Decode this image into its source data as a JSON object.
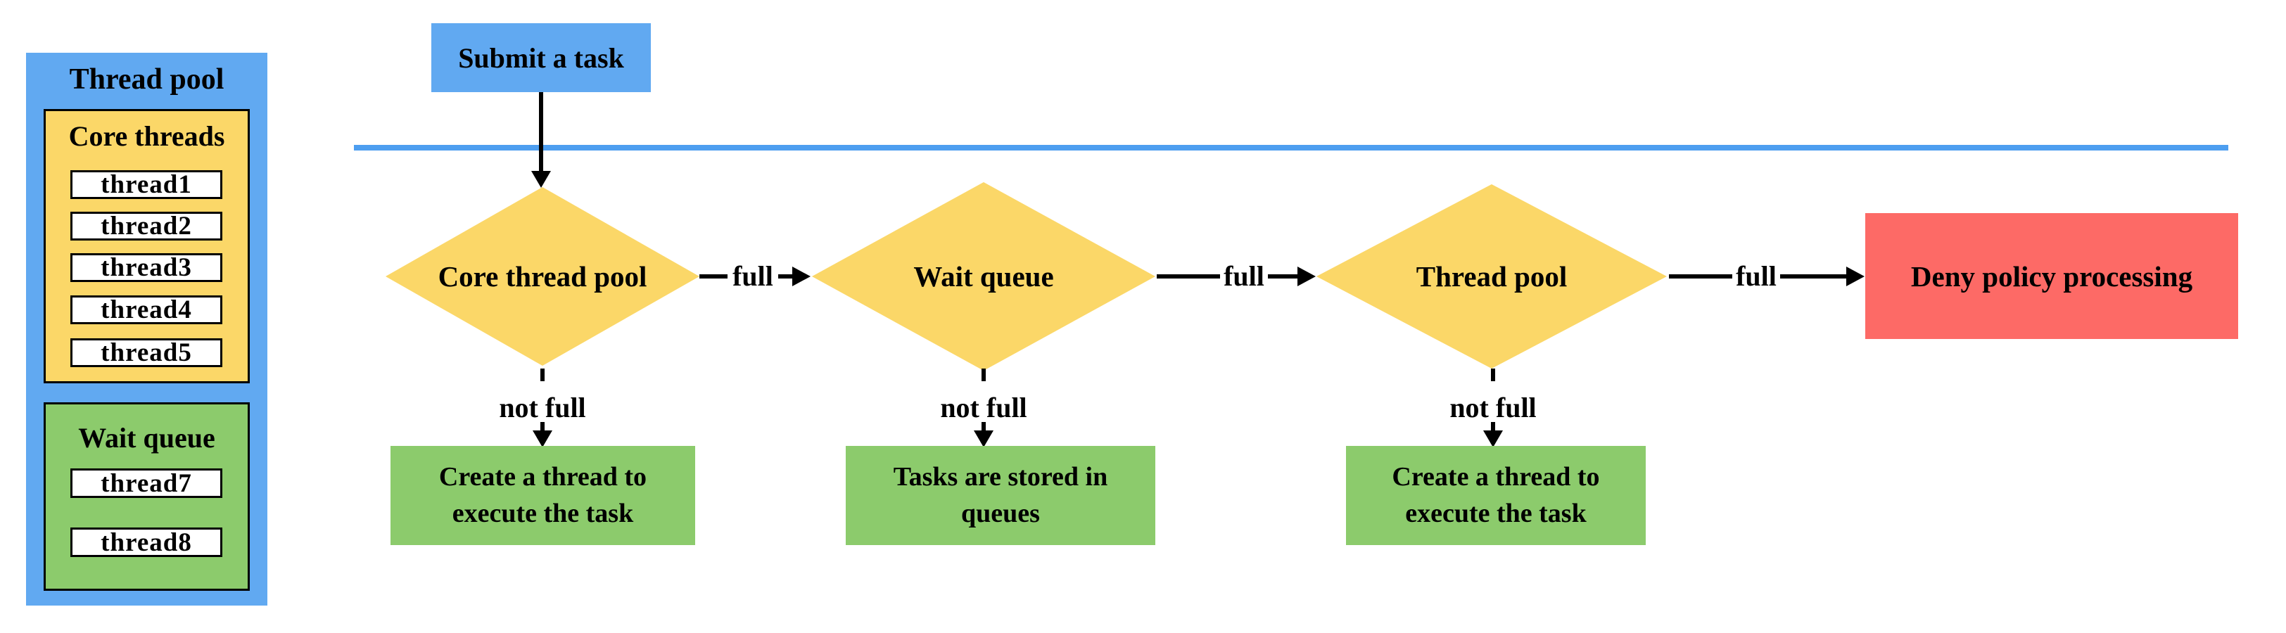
{
  "palette": {
    "panel_blue": "#61A9F1",
    "divider_blue": "#4D9EF0",
    "decision_yellow": "#FBD768",
    "outcome_green": "#8CCB6C",
    "deny_red": "#FD6A66",
    "slot_white": "#FFFFFF",
    "ink_black": "#000000"
  },
  "sidebar": {
    "title": "Thread pool",
    "core_group": {
      "title": "Core threads",
      "threads": [
        "thread1",
        "thread2",
        "thread3",
        "thread4",
        "thread5"
      ]
    },
    "wait_group": {
      "title": "Wait queue",
      "threads": [
        "thread7",
        "thread8"
      ]
    }
  },
  "flow": {
    "start_label": "Submit a task",
    "decisions": [
      {
        "label": "Core thread pool",
        "branch_full": "full",
        "branch_not_full": "not full",
        "outcome": "Create a thread to execute the task"
      },
      {
        "label": "Wait queue",
        "branch_full": "full",
        "branch_not_full": "not full",
        "outcome": "Tasks are stored in queues"
      },
      {
        "label": "Thread pool",
        "branch_full": "full",
        "branch_not_full": "not full",
        "outcome": "Create a thread to execute the task"
      }
    ],
    "deny_label": "Deny policy processing"
  }
}
